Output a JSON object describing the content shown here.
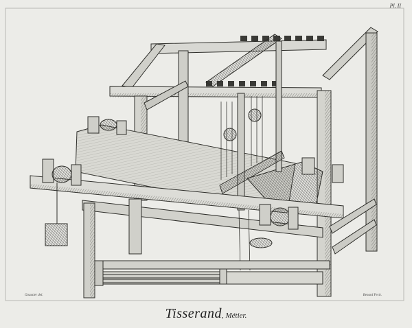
{
  "plate": {
    "number": "Pl. II",
    "credit_left": "Goussier del.",
    "credit_right": "Benard Fecit.",
    "title": "Tisserand",
    "subtitle": "Métier"
  }
}
